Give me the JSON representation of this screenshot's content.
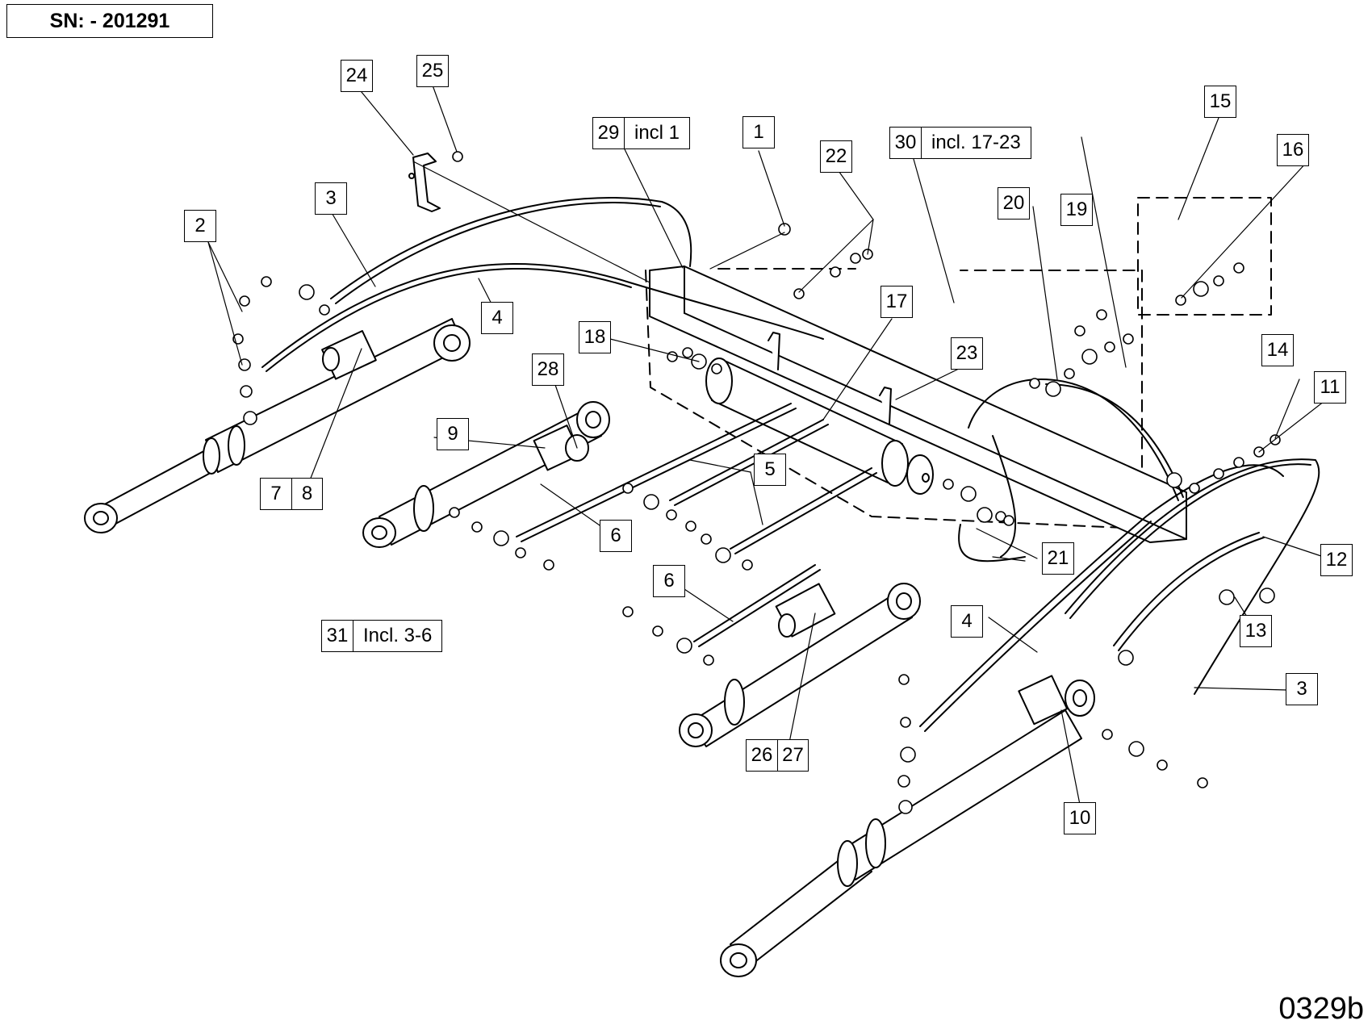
{
  "serial": "SN: - 201291",
  "drawing_number": "0329b",
  "callouts": {
    "c1": {
      "num": "1"
    },
    "c2": {
      "num": "2"
    },
    "c3a": {
      "num": "3"
    },
    "c3b": {
      "num": "3"
    },
    "c4a": {
      "num": "4"
    },
    "c4b": {
      "num": "4"
    },
    "c5": {
      "num": "5"
    },
    "c6a": {
      "num": "6"
    },
    "c6b": {
      "num": "6"
    },
    "c7_8": {
      "num": "7",
      "num2": "8"
    },
    "c9": {
      "num": "9"
    },
    "c10": {
      "num": "10"
    },
    "c11": {
      "num": "11"
    },
    "c12": {
      "num": "12"
    },
    "c13": {
      "num": "13"
    },
    "c14": {
      "num": "14"
    },
    "c15": {
      "num": "15"
    },
    "c16": {
      "num": "16"
    },
    "c17": {
      "num": "17"
    },
    "c18": {
      "num": "18"
    },
    "c19": {
      "num": "19"
    },
    "c20": {
      "num": "20"
    },
    "c21": {
      "num": "21"
    },
    "c22": {
      "num": "22"
    },
    "c23": {
      "num": "23"
    },
    "c24": {
      "num": "24"
    },
    "c25": {
      "num": "25"
    },
    "c26_27": {
      "num": "26",
      "num2": "27"
    },
    "c28": {
      "num": "28"
    },
    "c29": {
      "num": "29",
      "note": "incl 1"
    },
    "c30": {
      "num": "30",
      "note": "incl. 17-23"
    },
    "c31": {
      "num": "31",
      "note": "Incl. 3-6"
    }
  }
}
